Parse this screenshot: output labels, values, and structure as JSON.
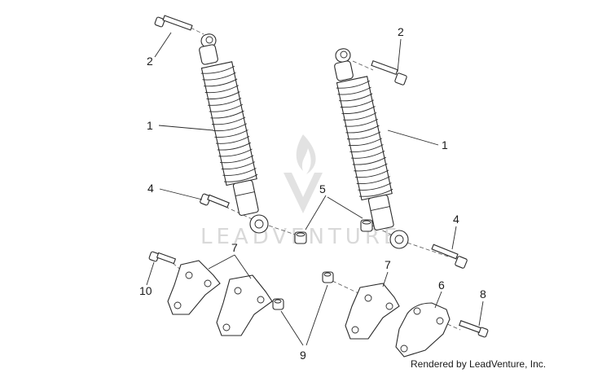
{
  "watermark": {
    "text": "LEADVENTURE",
    "logo_icon": "flame-v-logo-icon"
  },
  "credit": "Rendered by LeadVenture, Inc.",
  "callouts": {
    "c2_left": "2",
    "c2_right": "2",
    "c1_left": "1",
    "c1_right": "1",
    "c4_left": "4",
    "c4_right": "4",
    "c5": "5",
    "c7_left": "7",
    "c7_right": "7",
    "c6": "6",
    "c8": "8",
    "c9": "9",
    "c10": "10"
  }
}
